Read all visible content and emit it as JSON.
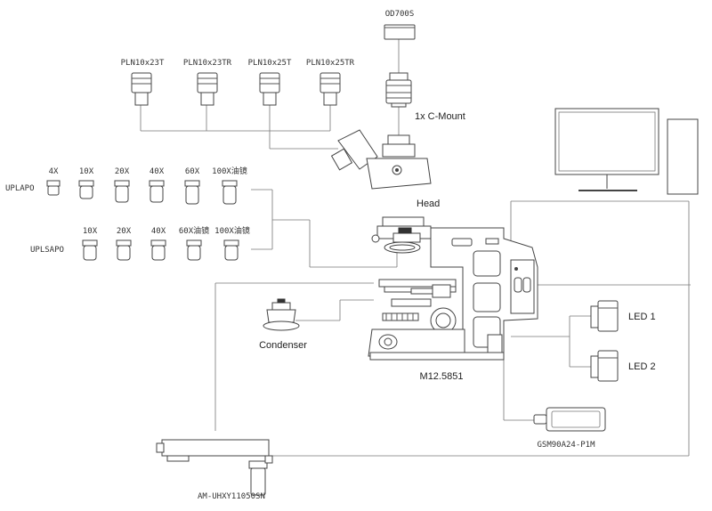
{
  "camera_top": {
    "label": "OD700S"
  },
  "eyepieces": [
    {
      "label": "PLN10x23T"
    },
    {
      "label": "PLN10x23TR"
    },
    {
      "label": "PLN10x25T"
    },
    {
      "label": "PLN10x25TR"
    }
  ],
  "adapter": {
    "label": "1x C-Mount"
  },
  "head": {
    "label": "Head"
  },
  "uplapo": {
    "label": "UPLAPO",
    "objectives": [
      "4X",
      "10X",
      "20X",
      "40X",
      "60X",
      "100X油镜"
    ]
  },
  "uplsapo": {
    "label": "UPLSAPO",
    "objectives": [
      "10X",
      "20X",
      "40X",
      "60X油镜",
      "100X油镜"
    ]
  },
  "condenser": {
    "label": "Condenser"
  },
  "microscope": {
    "label": "M12.5851"
  },
  "leds": [
    {
      "label": "LED 1"
    },
    {
      "label": "LED 2"
    }
  ],
  "power_supply": {
    "label": "GSM90A24-P1M"
  },
  "stage_controller": {
    "label": "AM-UHXY11050SN"
  }
}
